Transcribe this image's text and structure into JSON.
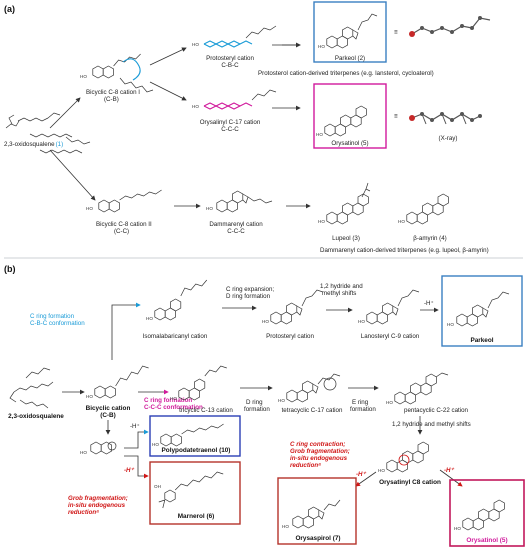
{
  "panel_a": {
    "label": "(a)",
    "substrate": "2,3-oxidosqualene",
    "substrate_num": "(1)",
    "bicyclic_I": "Bicyclic C-8 cation I",
    "bicyclic_I_conf": "(C-B)",
    "bicyclic_II": "Bicyclic C-8 cation II",
    "bicyclic_II_conf": "(C-C)",
    "protosteryl": "Protosteryl cation",
    "protosteryl_conf": "C-B-C",
    "orysalinyl": "Orysalinyl C-17 cation",
    "orysalinyl_conf": "C-C-C",
    "dammarenyl": "Dammarenyl cation",
    "dammarenyl_conf": "C-C-C",
    "parkeol": "Parkeol (2)",
    "orysatinol": "Orysatinol (5)",
    "xray": "(X-ray)",
    "protosterol_note": "Protosterol cation-derived triterpenes (e.g. lansterol, cycloaterol)",
    "lupeol": "Lupeol (3)",
    "amyrin": "β-amyrin (4)",
    "dammarenyl_note": "Dammarenyl cation-derived triterpenes (e.g. lupeol, β-amyrin)"
  },
  "panel_b": {
    "label": "(b)",
    "cbc_line1": "C ring formation",
    "cbc_line2": "C-B-C conformation",
    "isomalabaricanyl": "Isomalabaricanyl cation",
    "step1_line1": "C ring expansion;",
    "step1_line2": "D ring formation",
    "protosteryl": "Protosteryl cation",
    "shift_line1": "1,2 hydride and",
    "shift_line2": "methyl shifts",
    "lanosteryl": "Lanosteryl C-9 cation",
    "minus_h": "-H⁺",
    "parkeol": "Parkeol",
    "substrate": "2,3-oxidosqualene",
    "bicyclic": "Bicyclic cation",
    "bicyclic_conf": "(C-B)",
    "ccc_line1": "C ring formation",
    "ccc_line2": "C-C-C conformation",
    "tricyclic": "tricyclic C-13 cation",
    "dring_line1": "D ring",
    "dring_line2": "formation",
    "tetracyclic": "tetracyclic C-17 cation",
    "ering_line1": "E ring",
    "ering_line2": "formation",
    "pentacyclic": "pentacyclic C-22 cation",
    "shift_long": "1,2 hydride and methyl shifts",
    "polypodatetraenol": "Polypodatetraenol (10)",
    "marnerol": "Marnerol (6)",
    "grob1_line1": "Grob fragmentation;",
    "grob1_line2": "in-situ endogenous",
    "grob1_line3": "reductionᵃ",
    "grob2_line1": "C ring contraction;",
    "grob2_line2": "Grob fragmentation;",
    "grob2_line3": "in-situ endogenous",
    "grob2_line4": "reductionᵃ",
    "orysatinyl_c8": "Orysatinyl C8 cation",
    "orysaspirol": "Orysaspirol (7)",
    "orysatinol": "Orysatinol (5)",
    "plus": "+",
    "ho": "HO"
  },
  "colors": {
    "blue": "#1a9bd7",
    "magenta": "#d11a9c",
    "red": "#d01616",
    "parkeol_box": "#3a7fc1",
    "orysatinol_box": "#c2185b",
    "polypodatetraenol_box": "#2b3fb5",
    "marnerol_box": "#b5332b"
  }
}
